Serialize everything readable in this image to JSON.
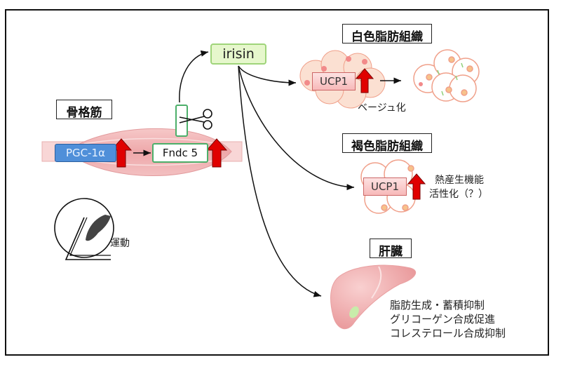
{
  "title": "irisin pathway diagram",
  "colors": {
    "pgc_box": "#4f8fd9",
    "fndc_border": "#4caf6a",
    "irisin_fill": "#e6f7cc",
    "ucp_fill": "#f7b9b9",
    "up_arrow": "#e00000",
    "muscle": "#f0b3b5",
    "liver": "#f2a9aa"
  },
  "skeletal_muscle": {
    "label": "骨格筋",
    "pgc1a": "PGC-1α",
    "fndc5": "Fndc 5",
    "exercise_label": "運動"
  },
  "irisin": {
    "label": "irisin"
  },
  "white_adipose": {
    "label": "白色脂肪組織",
    "ucp1": "UCP1",
    "result": "ベージュ化"
  },
  "brown_adipose": {
    "label": "褐色脂肪組織",
    "ucp1": "UCP1",
    "result_line1": "熱産生機能",
    "result_line2": "活性化（？）"
  },
  "liver": {
    "label": "肝臓",
    "effects": [
      "脂肪生成・蓄積抑制",
      "グリコーゲン合成促進",
      "コレステロール合成抑制"
    ]
  },
  "icons": {
    "up_arrow": "up-arrow-icon",
    "scissors": "scissors-icon",
    "mouse_wheel": "mouse-wheel-icon"
  }
}
